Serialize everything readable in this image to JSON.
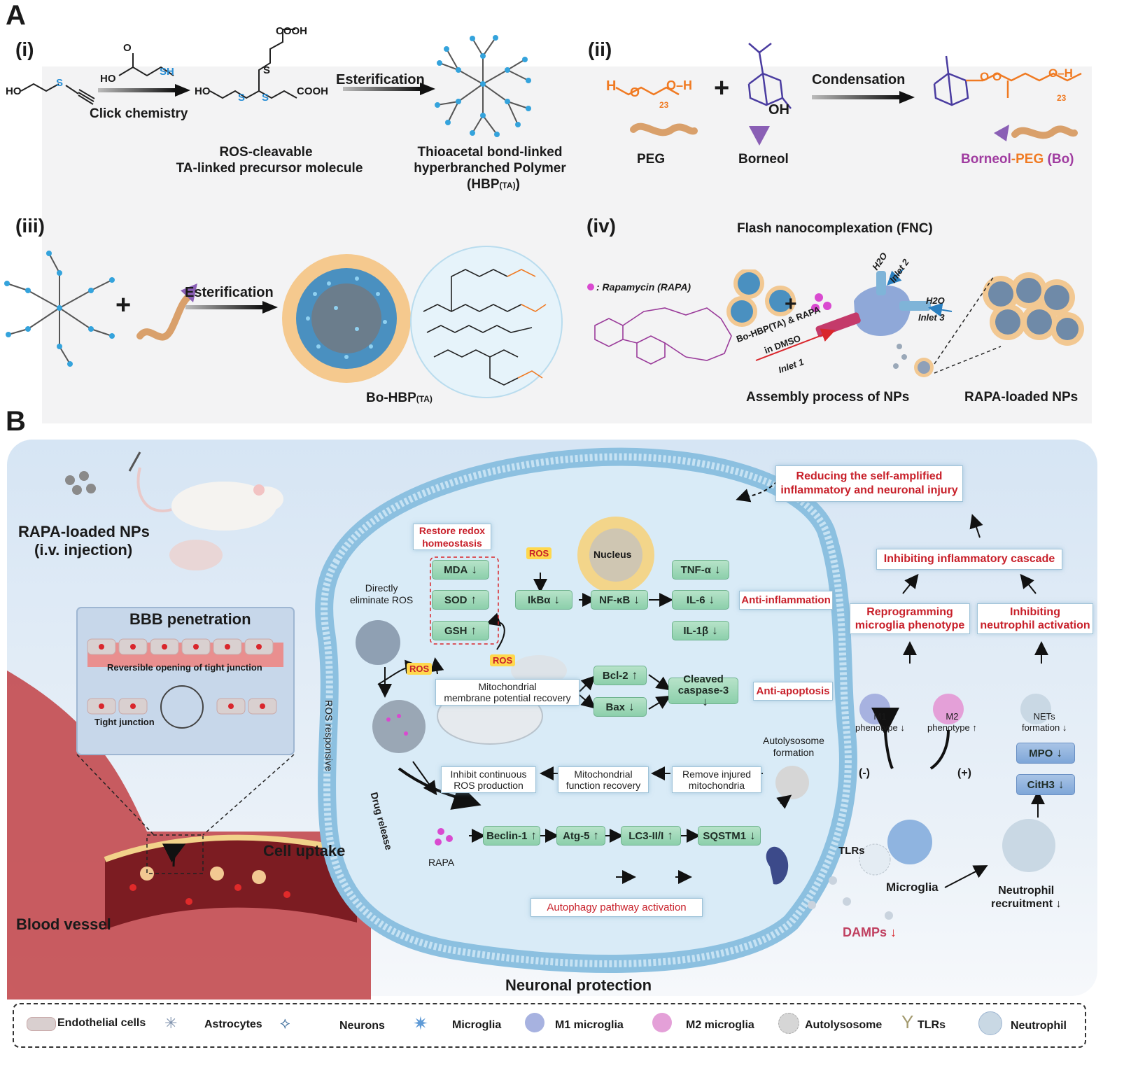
{
  "panel_a": {
    "letter": "A",
    "i": {
      "num": "(i)",
      "thiol_reagent": "HO",
      "thiol_sh": "SH",
      "click_label": "Click chemistry",
      "precursor_top": "COOH",
      "precursor_left": "HO",
      "precursor_right": "COOH",
      "precursor_caption_1": "ROS-cleavable",
      "precursor_caption_2": "TA-linked precursor molecule",
      "esterification": "Esterification",
      "polymer_caption_1": "Thioacetal bond-linked",
      "polymer_caption_2": "hyperbranched Polymer",
      "polymer_caption_3": "(HBP",
      "polymer_caption_3_sub": "(TA)",
      "polymer_caption_3_end": ")"
    },
    "ii": {
      "num": "(ii)",
      "plus": "+",
      "condensation": "Condensation",
      "peg": "PEG",
      "borneol": "Borneol",
      "product_borneol": "Borneol",
      "product_peg": "-PEG",
      "product_bo": "(Bo)",
      "peg_repeat": "23",
      "oh": "OH"
    },
    "iii": {
      "num": "(iii)",
      "plus": "+",
      "esterification": "Esterification",
      "product": "Bo-HBP",
      "product_sub": "(TA)"
    },
    "iv": {
      "num": "(iv)",
      "fnc_title": "Flash nanocomplexation (FNC)",
      "rapa_legend": ": Rapamycin (RAPA)",
      "inlet1_line1": "Bo-HBP(TA) & RAPA",
      "inlet1_line2": "in DMSO",
      "inlet1": "Inlet 1",
      "inlet2_water": "H2O",
      "inlet2": "Inlet 2",
      "inlet3_water": "H2O",
      "inlet3": "Inlet 3",
      "plus": "+",
      "assembly_caption": "Assembly process of NPs",
      "loaded_caption": "RAPA-loaded NPs"
    }
  },
  "panel_b": {
    "letter": "B",
    "injection_1": "RAPA-loaded NPs",
    "injection_2": "(i.v. injection)",
    "bbb_title": "BBB penetration",
    "reversible": "Reversible opening of tight junction",
    "tight_junction": "Tight junction",
    "blood_vessel": "Blood vessel",
    "cell_uptake": "Cell uptake",
    "neuronal_protection": "Neuronal protection",
    "restore_redox_1": "Restore redox",
    "restore_redox_2": "homeostasis",
    "directly_1": "Directly",
    "directly_2": "eliminate ROS",
    "ros_responsive": "ROS responsive",
    "drug_release": "Drug release",
    "ros": "ROS",
    "mda": "MDA",
    "sod": "SOD",
    "gsh": "GSH",
    "nucleus": "Nucleus",
    "ikba": "IkBα",
    "nfkb": "NF-κB",
    "tnfa": "TNF-α",
    "il6": "IL-6",
    "il1b": "IL-1β",
    "anti_inflammation": "Anti-inflammation",
    "mito_1": "Mitochondrial",
    "mito_2": "membrane potential recovery",
    "bcl2": "Bcl-2",
    "bax": "Bax",
    "caspase_1": "Cleaved",
    "caspase_2": "caspase-3",
    "anti_apoptosis": "Anti-apoptosis",
    "inhibit_ros_1": "Inhibit continuous",
    "inhibit_ros_2": "ROS production",
    "mito_func_1": "Mitochondrial",
    "mito_func_2": "function recovery",
    "remove_1": "Remove injured",
    "remove_2": "mitochondria",
    "autolysosome_1": "Autolysosome",
    "autolysosome_2": "formation",
    "rapa": "RAPA",
    "beclin": "Beclin-1",
    "atg5": "Atg-5",
    "lc3": "LC3-II/I",
    "sqstm1": "SQSTM1",
    "autophagy": "Autophagy pathway activation",
    "reducing_1": "Reducing the self-amplified",
    "reducing_2": "inflammatory and neuronal injury",
    "inhibiting_cascade": "Inhibiting inflammatory cascade",
    "reprogramming_1": "Reprogramming",
    "reprogramming_2": "microglia phenotype",
    "inhibiting_neut_1": "Inhibiting",
    "inhibiting_neut_2": "neutrophil activation",
    "m1_1": "M1",
    "m1_2": "phenotype",
    "m2_1": "M2",
    "m2_2": "phenotype",
    "nets_1": "NETs",
    "nets_2": "formation",
    "mpo": "MPO",
    "cith3": "CitH3",
    "minus": "(-)",
    "plus": "(+)",
    "tlrs": "TLRs",
    "microglia": "Microglia",
    "neutrophil_1": "Neutrophil",
    "neutrophil_2": "recruitment",
    "damps": "DAMPs"
  },
  "legend": [
    {
      "label": "Endothelial cells",
      "icon": "endothelial-cell-icon"
    },
    {
      "label": "Astrocytes",
      "icon": "astrocyte-icon"
    },
    {
      "label": "Neurons",
      "icon": "neuron-icon"
    },
    {
      "label": "Microglia",
      "icon": "microglia-icon"
    },
    {
      "label": "M1 microglia",
      "icon": "m1-microglia-icon"
    },
    {
      "label": "M2 microglia",
      "icon": "m2-microglia-icon"
    },
    {
      "label": "Autolysosome",
      "icon": "autolysosome-icon"
    },
    {
      "label": "TLRs",
      "icon": "tlr-icon"
    },
    {
      "label": "Neutrophil",
      "icon": "neutrophil-icon"
    }
  ],
  "colors": {
    "accent_red": "#c8202a",
    "green_box": "#8ccfab",
    "peg_orange": "#f07a22",
    "borneol_purple": "#8a4fb5",
    "cell_blue": "#8fc3e0"
  }
}
